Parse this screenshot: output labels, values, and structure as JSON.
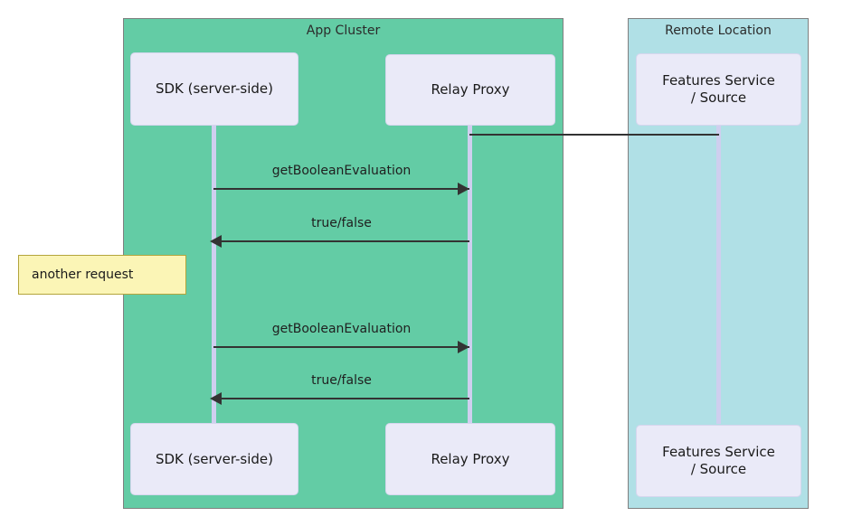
{
  "diagram": {
    "type": "sequence-diagram",
    "background": "#ffffff",
    "groups": [
      {
        "id": "app-cluster",
        "label": "App Cluster",
        "fill": "#63cca5",
        "border": "#808080"
      },
      {
        "id": "remote-location",
        "label": "Remote Location",
        "fill": "#b0e0e6",
        "border": "#808080"
      }
    ],
    "participants": [
      {
        "id": "sdk",
        "label": "SDK (server-side)",
        "group": "app-cluster"
      },
      {
        "id": "relay",
        "label": "Relay Proxy",
        "group": "app-cluster"
      },
      {
        "id": "features",
        "label": "Features Service\n/ Source",
        "group": "remote-location"
      }
    ],
    "participants_bottom": [
      {
        "id": "sdk-bottom",
        "label": "SDK (server-side)",
        "group": "app-cluster"
      },
      {
        "id": "relay-bottom",
        "label": "Relay Proxy",
        "group": "app-cluster"
      },
      {
        "id": "features-bottom",
        "label": "Features Service\n/ Source",
        "group": "remote-location"
      }
    ],
    "messages": [
      {
        "id": "m0",
        "label": "",
        "from": "relay",
        "to": "features",
        "direction": "right",
        "arrowhead": false
      },
      {
        "id": "m1",
        "label": "getBooleanEvaluation",
        "from": "sdk",
        "to": "relay",
        "direction": "right",
        "arrowhead": true
      },
      {
        "id": "m2",
        "label": "true/false",
        "from": "relay",
        "to": "sdk",
        "direction": "left",
        "arrowhead": true
      },
      {
        "id": "m3",
        "label": "getBooleanEvaluation",
        "from": "sdk",
        "to": "relay",
        "direction": "right",
        "arrowhead": true
      },
      {
        "id": "m4",
        "label": "true/false",
        "from": "relay",
        "to": "sdk",
        "direction": "left",
        "arrowhead": true
      }
    ],
    "notes": [
      {
        "id": "note-another-request",
        "text": "another request",
        "fill": "#fbf5b6",
        "border": "#b3a53c"
      }
    ],
    "colors": {
      "participant_fill": "#eaeaf8",
      "lifeline": "#cfcfef",
      "arrow": "#333333",
      "app_cluster_fill": "#63cca5",
      "remote_location_fill": "#b0e0e6",
      "note_fill": "#fbf5b6",
      "text": "#1a1a1a"
    }
  }
}
